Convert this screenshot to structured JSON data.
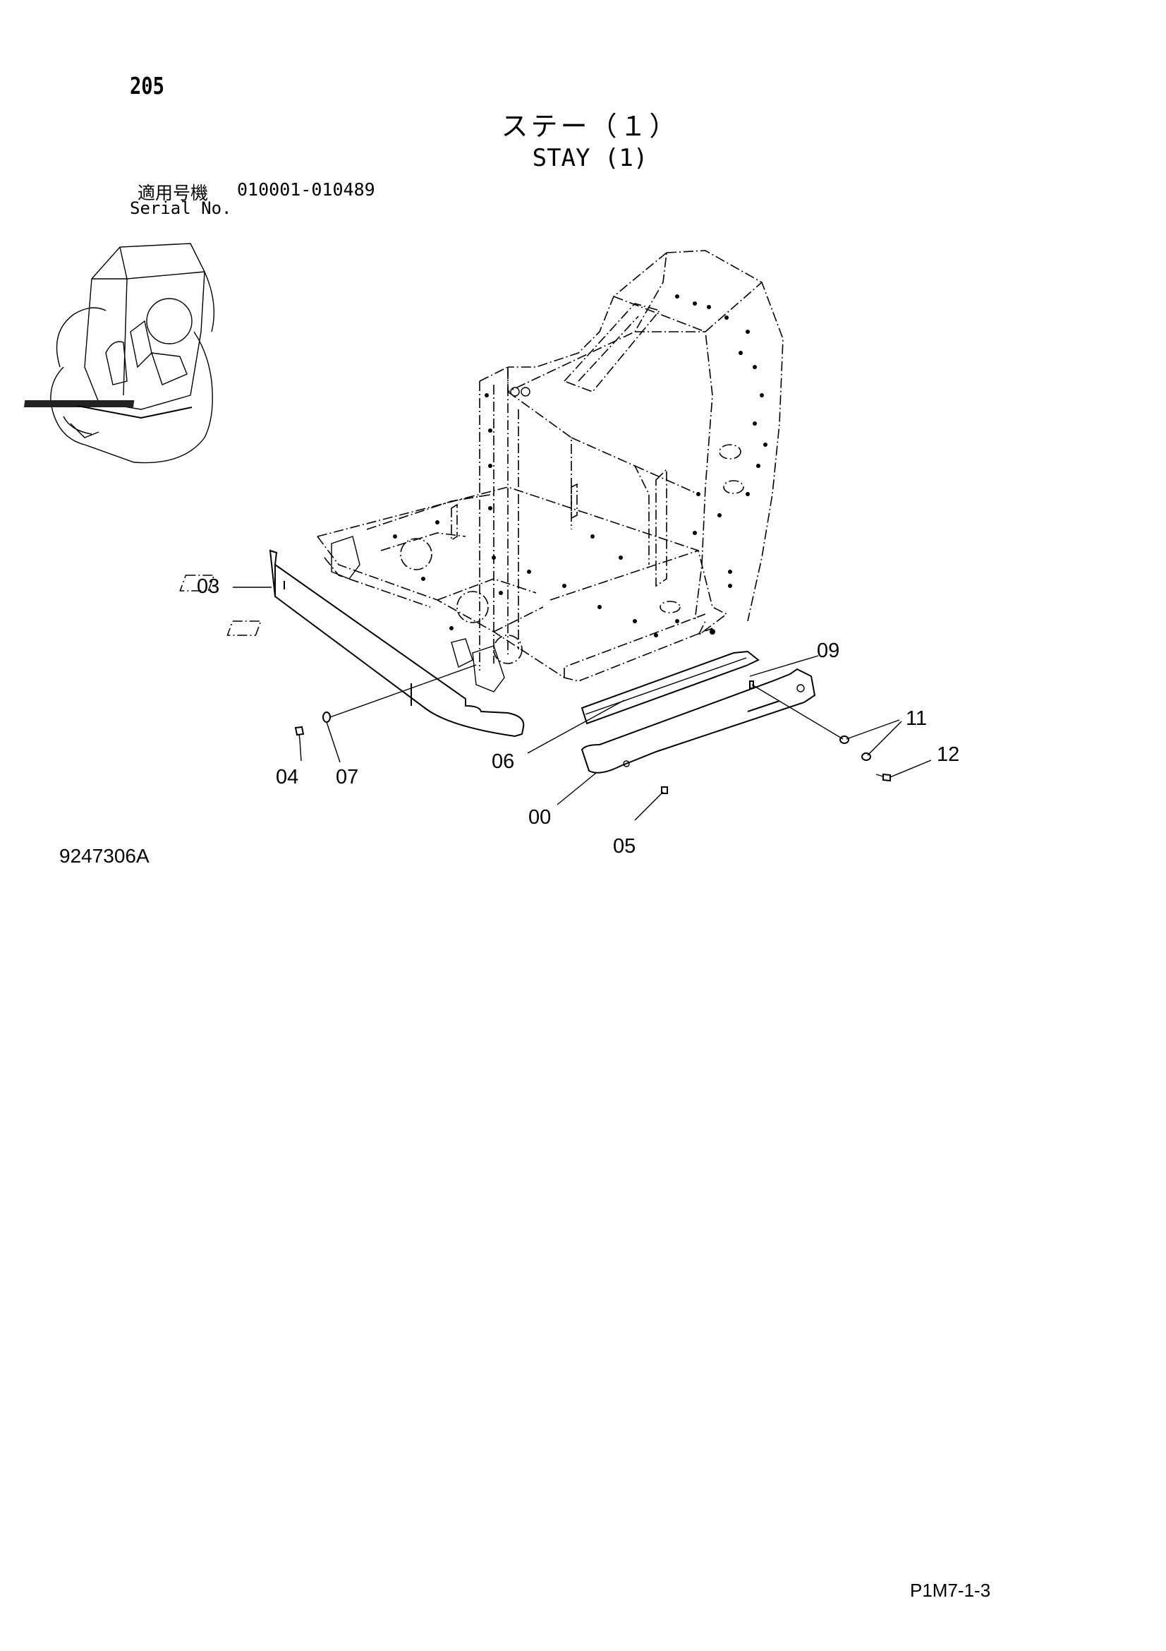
{
  "header": {
    "page_number": "205",
    "title_jp": "ステー（１）",
    "title_en": "STAY (1)",
    "serial_label_jp": "適用号機",
    "serial_range": "010001-010489",
    "serial_label_en": "Serial No."
  },
  "callouts": [
    {
      "id": "03",
      "text": "03"
    },
    {
      "id": "09",
      "text": "09"
    },
    {
      "id": "11",
      "text": "11"
    },
    {
      "id": "12",
      "text": "12"
    },
    {
      "id": "04",
      "text": "04"
    },
    {
      "id": "07",
      "text": "07"
    },
    {
      "id": "06",
      "text": "06"
    },
    {
      "id": "00",
      "text": "00"
    },
    {
      "id": "05",
      "text": "05"
    }
  ],
  "footer": {
    "figure_code": "9247306A",
    "page_code": "P1M7-1-3"
  }
}
